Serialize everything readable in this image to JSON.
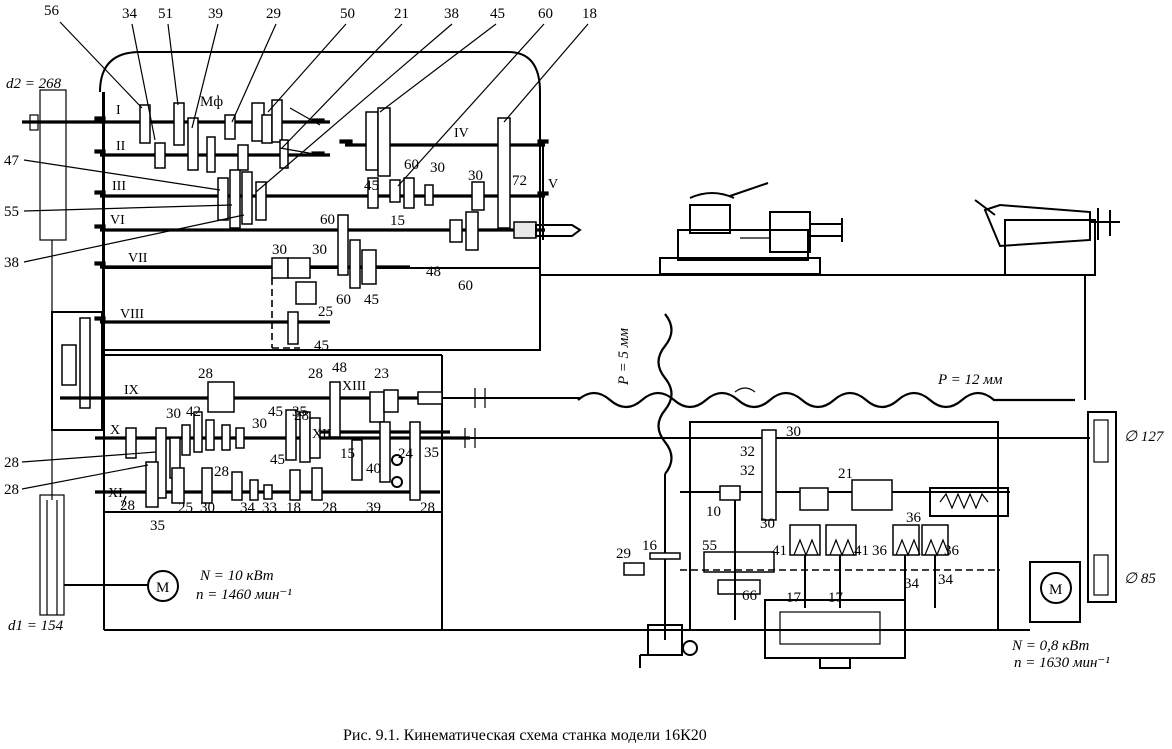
{
  "caption": "Рис. 9.1. Кинематическая схема станка модели 16К20",
  "main_drive": {
    "pulley_top": "d2 = 268",
    "pulley_bottom": "d1 = 154",
    "motor_symbol": "M",
    "power": "N = 10 кВт",
    "speed": "n = 1460 мин⁻¹"
  },
  "feed_motor": {
    "motor_symbol": "M",
    "power": "N = 0,8 кВт",
    "speed": "n = 1630 мин⁻¹",
    "pulley_top": "∅ 127",
    "pulley_bottom": "∅ 85"
  },
  "clutch_label": "Мф",
  "screws": {
    "lead_screw": "P = 12 мм",
    "cross_screw": "P = 5 мм"
  },
  "shafts": [
    "I",
    "II",
    "III",
    "IV",
    "V",
    "VI",
    "VII",
    "VIII",
    "IX",
    "X",
    "XI",
    "XII",
    "XIII"
  ],
  "gear_numbers": {
    "top_row": [
      "56",
      "34",
      "51",
      "39",
      "29",
      "50",
      "21",
      "38",
      "45",
      "60",
      "18"
    ],
    "left_column": [
      "47",
      "55",
      "38"
    ],
    "headstock": [
      "60",
      "30",
      "45",
      "15",
      "30",
      "72",
      "60",
      "48",
      "60",
      "30",
      "30",
      "60",
      "45",
      "25",
      "45"
    ],
    "feedbox": [
      "28",
      "42",
      "30",
      "30",
      "45",
      "35",
      "28",
      "48",
      "23",
      "28",
      "45",
      "15",
      "40",
      "24",
      "35",
      "28",
      "28",
      "28",
      "35",
      "25",
      "30",
      "34",
      "33",
      "18",
      "28",
      "39",
      "28"
    ],
    "apron": [
      "30",
      "32",
      "32",
      "10",
      "30",
      "21",
      "36",
      "41",
      "41",
      "36",
      "36",
      "29",
      "16",
      "55",
      "66",
      "17",
      "17",
      "34",
      "34"
    ]
  }
}
